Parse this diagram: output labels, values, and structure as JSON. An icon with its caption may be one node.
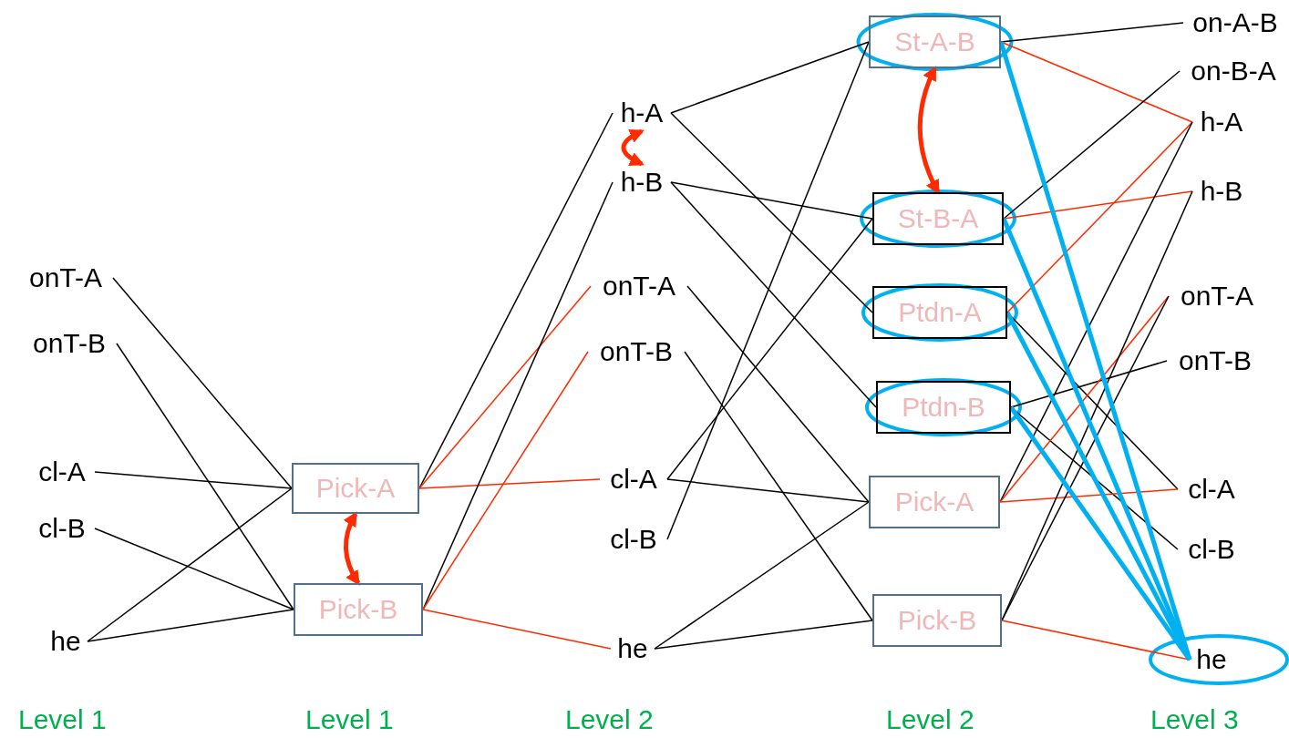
{
  "diagram": {
    "nodes": [
      {
        "text": [
          "onT-A"
        ]
      },
      {
        "text": [
          "onT-B"
        ]
      },
      {
        "text": [
          "cl-A"
        ]
      },
      {
        "text": [
          "cl-B"
        ]
      },
      {
        "text": [
          "he"
        ]
      },
      {
        "text": [
          "Pick-A"
        ]
      },
      {
        "text": [
          "Pick-B"
        ]
      },
      {
        "text": [
          "h-A"
        ]
      },
      {
        "text": [
          "h-B"
        ]
      },
      {
        "text": [
          "onT-A"
        ]
      },
      {
        "text": [
          "onT-B"
        ]
      },
      {
        "text": [
          "cl-A"
        ]
      },
      {
        "text": [
          "cl-B"
        ]
      },
      {
        "text": [
          "he"
        ]
      },
      {
        "text": [
          "St-A-B"
        ]
      },
      {
        "text": [
          "St-B-A"
        ]
      },
      {
        "text": [
          "Ptdn-A"
        ]
      },
      {
        "text": [
          "Ptdn-B"
        ]
      },
      {
        "text": [
          "Pick-A"
        ]
      },
      {
        "text": [
          "Pick-B"
        ]
      },
      {
        "text": [
          "on-A-B"
        ]
      },
      {
        "text": [
          "on-B-A"
        ]
      },
      {
        "text": [
          "h-A"
        ]
      },
      {
        "text": [
          "h-B"
        ]
      },
      {
        "text": [
          "onT-A"
        ]
      },
      {
        "text": [
          "onT-B"
        ]
      },
      {
        "text": [
          "cl-A"
        ]
      },
      {
        "text": [
          "cl-B"
        ]
      },
      {
        "text": [
          "he"
        ]
      }
    ],
    "edges": [
      {
        "from": 0,
        "to": 5,
        "arrow": "none"
      },
      {
        "from": 2,
        "to": 5,
        "arrow": "none"
      },
      {
        "from": 4,
        "to": 5,
        "arrow": "none"
      },
      {
        "from": 1,
        "to": 6,
        "arrow": "none"
      },
      {
        "from": 3,
        "to": 6,
        "arrow": "none"
      },
      {
        "from": 4,
        "to": 6,
        "arrow": "none"
      },
      {
        "from": 5,
        "to": 6,
        "arrow": "both",
        "style": "thick",
        "color": "#ff2a00"
      },
      {
        "from": 5,
        "to": 7,
        "arrow": "none"
      },
      {
        "from": 5,
        "to": 9,
        "arrow": "none",
        "color": "#ff2a00"
      },
      {
        "from": 5,
        "to": 11,
        "arrow": "none",
        "color": "#ff2a00"
      },
      {
        "from": 6,
        "to": 8,
        "arrow": "none"
      },
      {
        "from": 6,
        "to": 10,
        "arrow": "none",
        "color": "#ff2a00"
      },
      {
        "from": 6,
        "to": 13,
        "arrow": "none",
        "color": "#ff2a00"
      },
      {
        "from": 7,
        "to": 8,
        "arrow": "both",
        "style": "thick",
        "color": "#ff2a00"
      },
      {
        "from": 7,
        "to": 14,
        "arrow": "none"
      },
      {
        "from": 7,
        "to": 16,
        "arrow": "none"
      },
      {
        "from": 8,
        "to": 15,
        "arrow": "none"
      },
      {
        "from": 8,
        "to": 17,
        "arrow": "none"
      },
      {
        "from": 9,
        "to": 18,
        "arrow": "none"
      },
      {
        "from": 10,
        "to": 19,
        "arrow": "none"
      },
      {
        "from": 11,
        "to": 15,
        "arrow": "none"
      },
      {
        "from": 11,
        "to": 18,
        "arrow": "none"
      },
      {
        "from": 12,
        "to": 14,
        "arrow": "none"
      },
      {
        "from": 13,
        "to": 18,
        "arrow": "none"
      },
      {
        "from": 13,
        "to": 19,
        "arrow": "none"
      },
      {
        "from": 14,
        "to": 15,
        "arrow": "both",
        "style": "thick",
        "color": "#ff2a00"
      },
      {
        "from": 14,
        "to": 20,
        "arrow": "none"
      },
      {
        "from": 14,
        "to": 22,
        "arrow": "none",
        "color": "#ff2a00"
      },
      {
        "from": 15,
        "to": 21,
        "arrow": "none"
      },
      {
        "from": 15,
        "to": 23,
        "arrow": "none",
        "color": "#ff2a00"
      },
      {
        "from": 16,
        "to": 22,
        "arrow": "none",
        "color": "#ff2a00"
      },
      {
        "from": 16,
        "to": 26,
        "arrow": "none"
      },
      {
        "from": 17,
        "to": 25,
        "arrow": "none"
      },
      {
        "from": 17,
        "to": 27,
        "arrow": "none"
      },
      {
        "from": 18,
        "to": 22,
        "arrow": "none"
      },
      {
        "from": 18,
        "to": 24,
        "arrow": "none",
        "color": "#ff2a00"
      },
      {
        "from": 18,
        "to": 26,
        "arrow": "none",
        "color": "#ff2a00"
      },
      {
        "from": 19,
        "to": 23,
        "arrow": "none"
      },
      {
        "from": 19,
        "to": 24,
        "arrow": "none"
      },
      {
        "from": 19,
        "to": 28,
        "arrow": "none",
        "color": "#ff2a00"
      },
      {
        "from": 14,
        "to": 28,
        "arrow": "none",
        "style": "thick",
        "color": "#00b0f0"
      },
      {
        "from": 15,
        "to": 28,
        "arrow": "none",
        "style": "thick",
        "color": "#00b0f0"
      },
      {
        "from": 16,
        "to": 28,
        "arrow": "none",
        "style": "thick",
        "color": "#00b0f0"
      },
      {
        "from": 17,
        "to": 28,
        "arrow": "none",
        "style": "thick",
        "color": "#00b0f0"
      }
    ],
    "labels": [
      "Level 1",
      "Level 1",
      "Level 2",
      "Level 2",
      "Level 3"
    ]
  }
}
